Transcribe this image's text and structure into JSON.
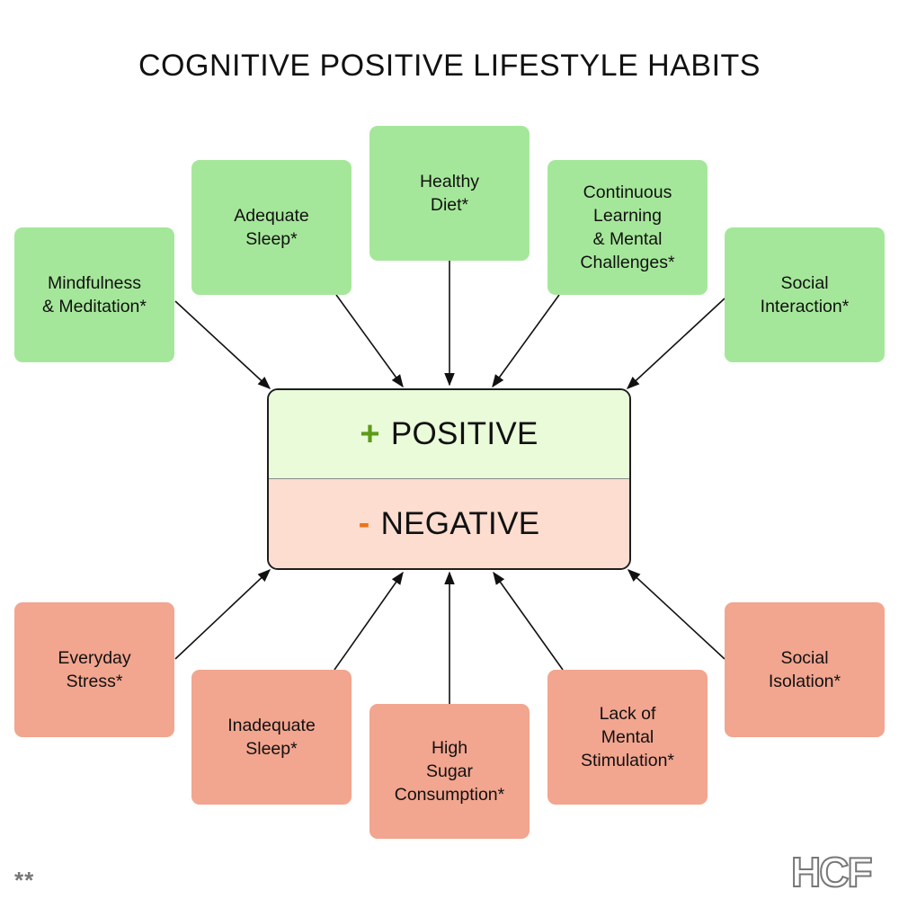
{
  "title": "COGNITIVE POSITIVE LIFESTYLE HABITS",
  "center": {
    "positive_sign": "+",
    "positive_label": "POSITIVE",
    "negative_sign": "-",
    "negative_label": "NEGATIVE"
  },
  "positive_habits": [
    "Mindfulness\n& Meditation*",
    "Adequate\nSleep*",
    "Healthy\nDiet*",
    "Continuous\nLearning\n& Mental\nChallenges*",
    "Social\nInteraction*"
  ],
  "negative_habits": [
    "Everyday\nStress*",
    "Inadequate\nSleep*",
    "High\nSugar\nConsumption*",
    "Lack of\nMental\nStimulation*",
    "Social\nIsolation*"
  ],
  "footnote": "**",
  "logo_text": "HCF",
  "colors": {
    "positive_box": "#a5e79a",
    "negative_box": "#f2a58f",
    "positive_panel": "#e9fbd9",
    "negative_panel": "#fcddd0",
    "plus_sign": "#5d9a1a",
    "minus_sign": "#e8751a"
  }
}
